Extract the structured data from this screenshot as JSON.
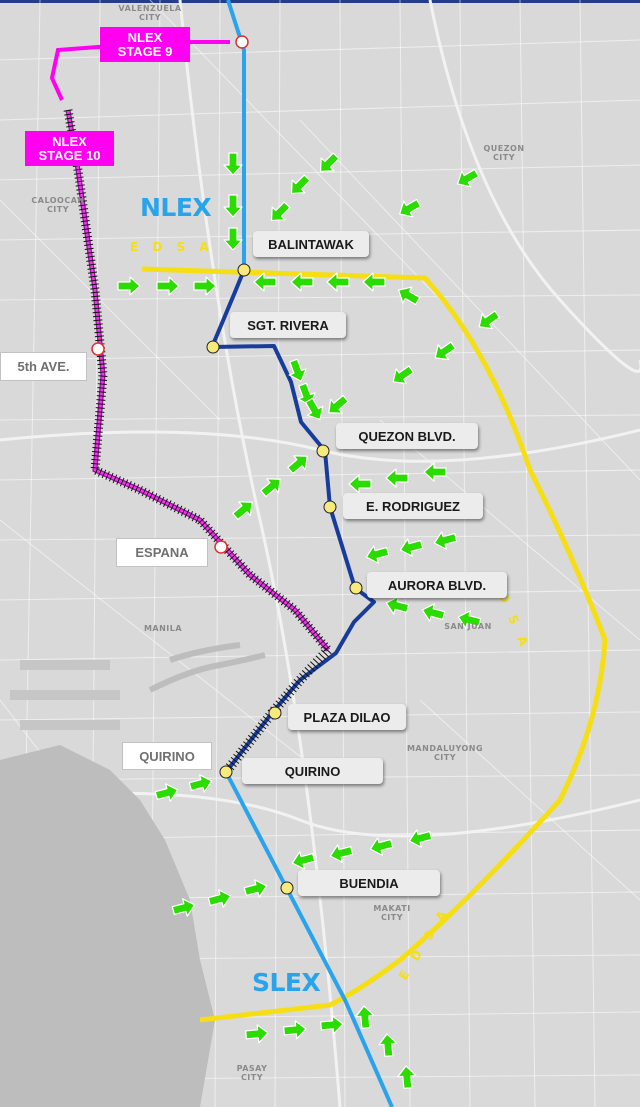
{
  "expressways": {
    "north": "NLEX",
    "south": "SLEX"
  },
  "stages": {
    "stage9": "NLEX\nSTAGE 9",
    "stage10": "NLEX\nSTAGE 10"
  },
  "interchanges": {
    "balintawak": "BALINTAWAK",
    "sgt_rivera": "SGT. RIVERA",
    "quezon_blvd": "QUEZON BLVD.",
    "e_rodriguez": "E. RODRIGUEZ",
    "aurora_blvd": "AURORA BLVD.",
    "plaza_dilao": "PLAZA DILAO",
    "quirino": "QUIRINO",
    "buendia": "BUENDIA"
  },
  "connections": {
    "fifth_ave": "5th AVE.",
    "espana": "ESPANA",
    "quirino_west": "QUIRINO"
  },
  "edsa": {
    "top": "E D S A",
    "east": "E D S A",
    "south": "E D S A"
  },
  "cities": {
    "valenzuela": "VALENZUELA\nCITY",
    "quezon": "QUEZON\nCITY",
    "caloocan": "CALOOCAN\nCITY",
    "manila": "MANILA",
    "san_juan": "SAN JUAN",
    "mandaluyong": "MANDALUYONG\nCITY",
    "makati": "MAKATI\nCITY",
    "pasay": "PASAY\nCITY"
  },
  "colors": {
    "nlex_slex": "#29a3ec",
    "connector": "#173c9c",
    "stage_link": "#ff00f0",
    "edsa_road": "#f5de14",
    "arrows": "#2bdc00",
    "rail": "#111111",
    "water": "#bdbdbd"
  }
}
